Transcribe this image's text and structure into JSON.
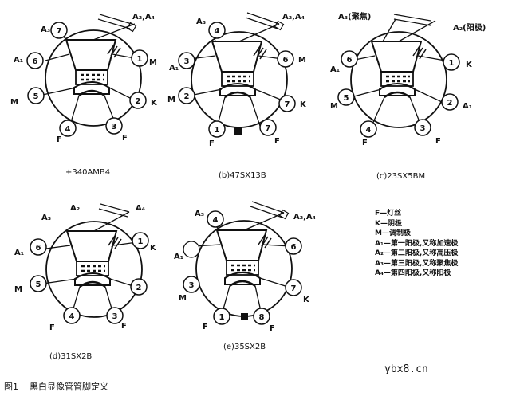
{
  "tubes": [
    {
      "caption": "+340AMB4",
      "pins": {
        "p1": "1",
        "p2": "2",
        "p3": "3",
        "p4": "4",
        "p5": "5",
        "p6": "6",
        "p7": "7"
      },
      "labels": {
        "a": "A₃",
        "b": "A₂,A₄",
        "c": "A₁",
        "d": "M",
        "e": "F",
        "f": "F",
        "g": "M",
        "h": "K"
      }
    },
    {
      "caption": "(b)47SX13B",
      "pins": {
        "p1": "1",
        "p2": "2",
        "p3": "3",
        "p4": "4",
        "p6": "6",
        "p7": "7"
      },
      "labels": {
        "a": "A₃",
        "b": "A₂,A₄",
        "c": "A₁",
        "d": "M",
        "e": "F",
        "f": "F",
        "g": "M",
        "h": "K"
      }
    },
    {
      "caption": "(c)23SX5BM",
      "pins": {
        "p1": "1",
        "p2": "2",
        "p3": "3",
        "p4": "4",
        "p5": "5",
        "p6": "6"
      },
      "labels": {
        "a": "A₃(聚焦)",
        "b": "A₂(阳极)",
        "c": "A₁",
        "d": "M",
        "e": "F",
        "f": "F",
        "g": "K",
        "h": "A₁"
      }
    },
    {
      "caption": "(d)31SX2B",
      "pins": {
        "p1": "1",
        "p2": "2",
        "p3": "3",
        "p4": "4",
        "p5": "5",
        "p6": "6"
      },
      "labels": {
        "a": "A₃",
        "b": "A₂",
        "c": "A₄",
        "d": "A₁",
        "e": "M",
        "f": "F",
        "g": "F",
        "h": "K"
      }
    },
    {
      "caption": "(e)35SX2B",
      "pins": {
        "p1": "1",
        "p3": "3",
        "p4": "4",
        "p6": "6",
        "p7": "7",
        "p8": "8"
      },
      "labels": {
        "a": "A₃",
        "b": "A₂,A₄",
        "c": "A₁",
        "d": "M",
        "e": "F",
        "f": "F",
        "g": "K"
      }
    }
  ],
  "legend": [
    "F—灯丝",
    "K—阴极",
    "M—调制极",
    "A₁—第一阳极,又称加速极",
    "A₂—第二阳极,又称高压极",
    "A₃—第三阳极,又称聚焦极",
    "A₄—第四阳极,又称阳极"
  ],
  "figure": {
    "number": "图1",
    "title": "黑白显像管管脚定义"
  },
  "watermark": "ybx8.cn"
}
